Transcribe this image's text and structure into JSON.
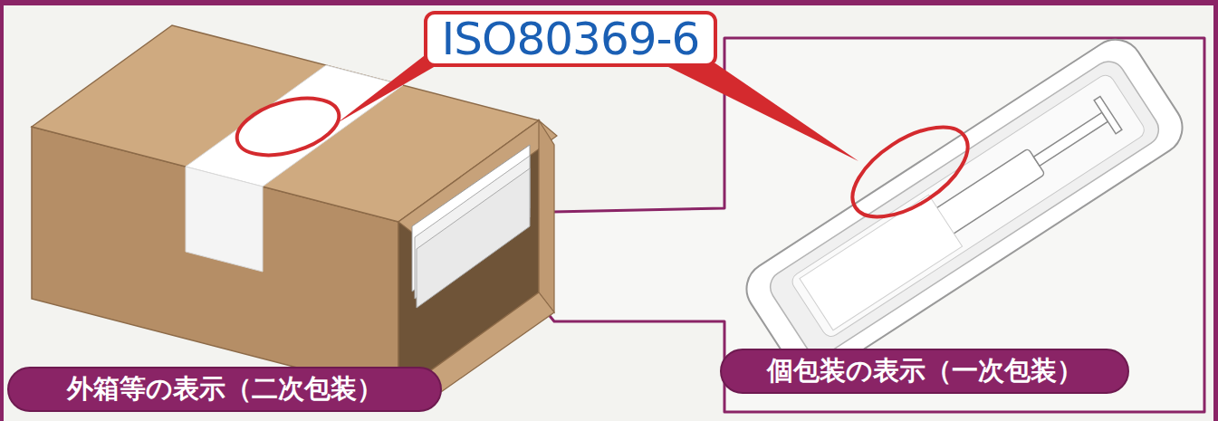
{
  "diagram": {
    "nodes": [
      {
        "text": [
          "ISO80369-6"
        ]
      },
      {
        "text": [
          "外箱等の表示（二次包装）"
        ]
      },
      {
        "text": [
          "個包装の表示（一次包装）"
        ]
      }
    ]
  }
}
